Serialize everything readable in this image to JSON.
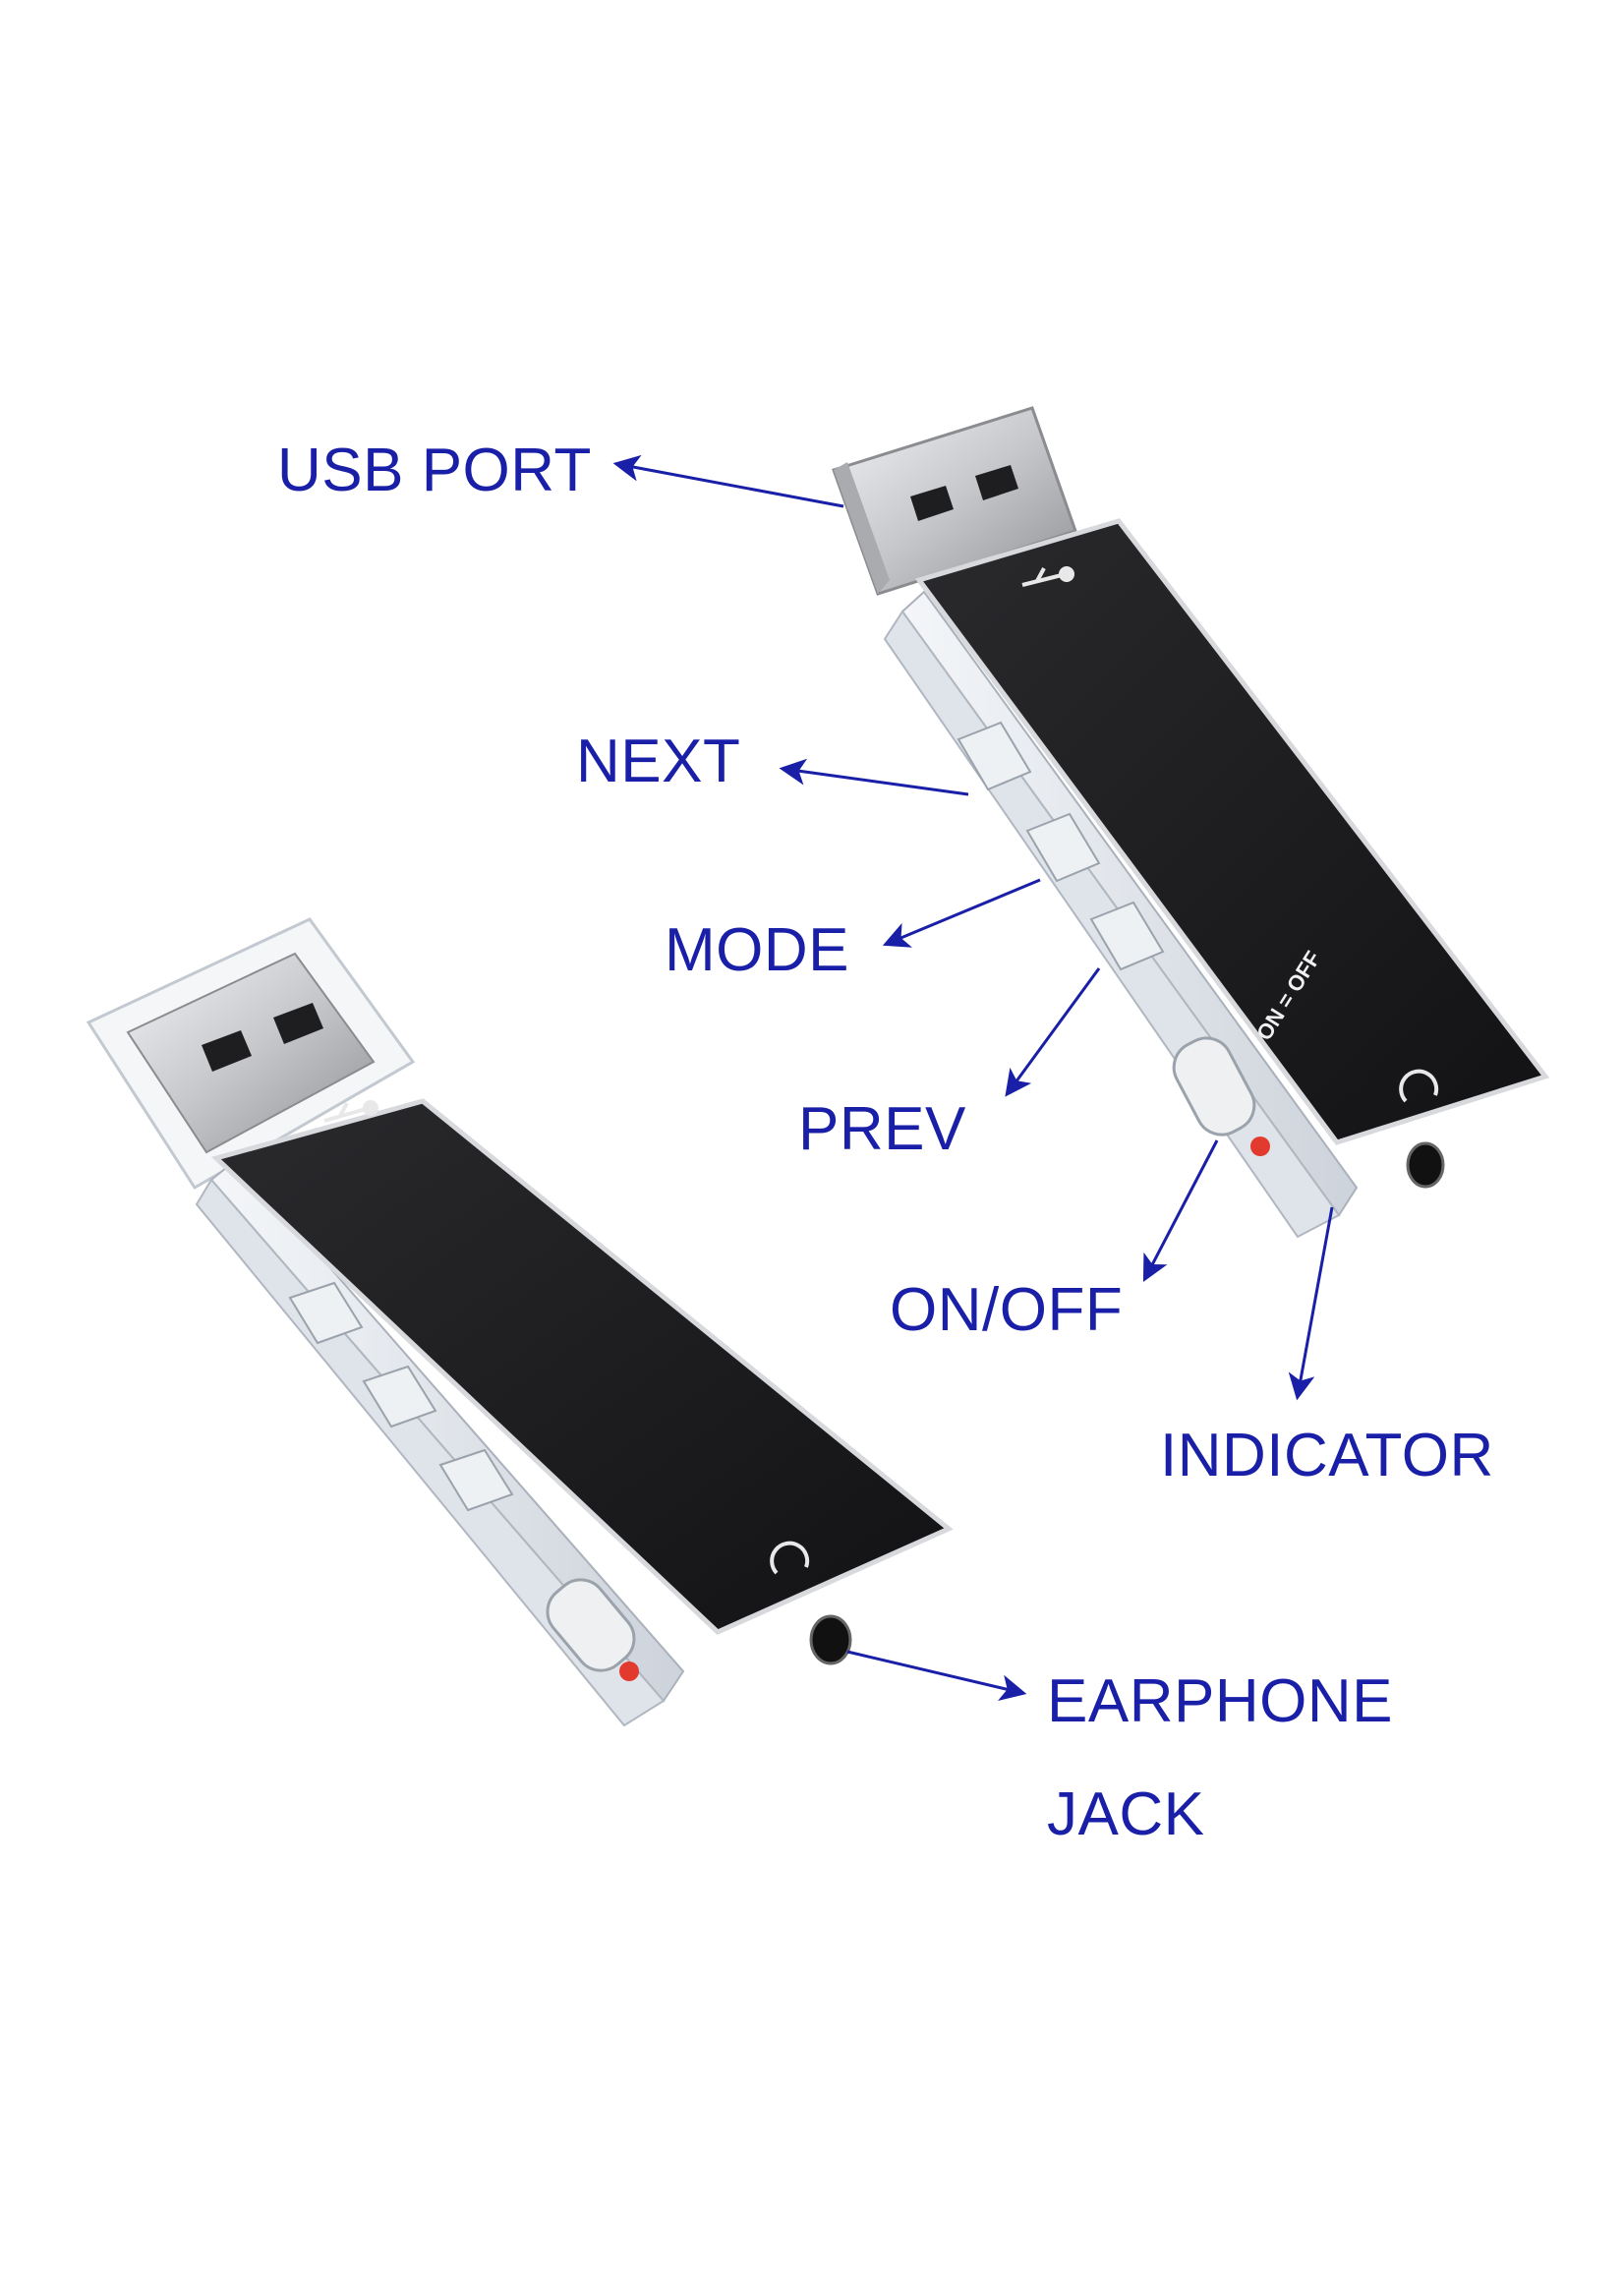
{
  "colors": {
    "label": "#1a1fa8",
    "arrow": "#1a1fa8",
    "device_body": "#1b1b1d",
    "metal": "#c9cacc",
    "clear_plastic": "#e6e9ee",
    "indicator_led": "#e23a2e"
  },
  "device": {
    "face_text": "ON = OFF",
    "usb_icon": "usb-icon",
    "headphone_icon": "headphone-icon"
  },
  "callouts": [
    {
      "id": "usb-port",
      "text": "USB PORT"
    },
    {
      "id": "next",
      "text": "NEXT"
    },
    {
      "id": "mode",
      "text": "MODE"
    },
    {
      "id": "prev",
      "text": "PREV"
    },
    {
      "id": "on-off",
      "text": "ON/OFF"
    },
    {
      "id": "indicator",
      "text": "INDICATOR"
    },
    {
      "id": "earphone",
      "text": "EARPHONE"
    },
    {
      "id": "jack",
      "text": "JACK"
    }
  ]
}
